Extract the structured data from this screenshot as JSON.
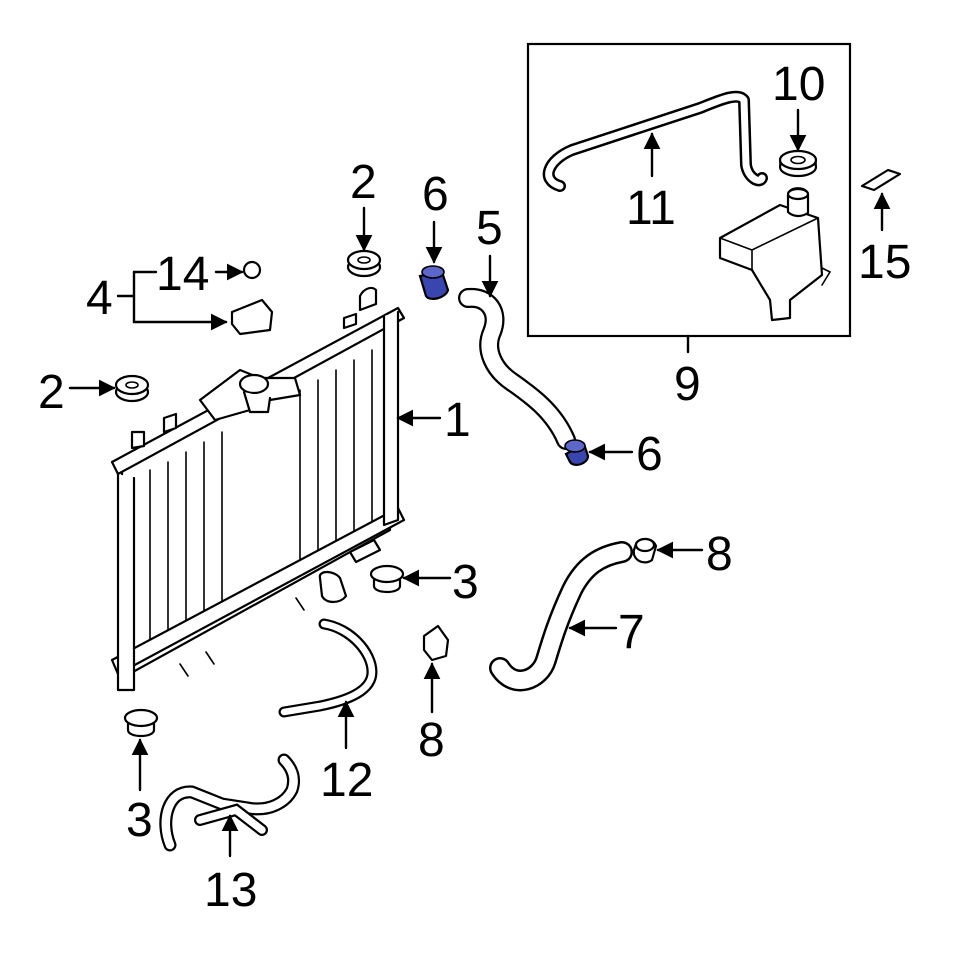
{
  "diagram": {
    "highlight_color": "#3a46b0",
    "callouts": [
      {
        "id": "c1",
        "label": "1"
      },
      {
        "id": "c2a",
        "label": "2"
      },
      {
        "id": "c2b",
        "label": "2"
      },
      {
        "id": "c3a",
        "label": "3"
      },
      {
        "id": "c3b",
        "label": "3"
      },
      {
        "id": "c4",
        "label": "4"
      },
      {
        "id": "c5",
        "label": "5"
      },
      {
        "id": "c6a",
        "label": "6"
      },
      {
        "id": "c6b",
        "label": "6"
      },
      {
        "id": "c7",
        "label": "7"
      },
      {
        "id": "c8a",
        "label": "8"
      },
      {
        "id": "c8b",
        "label": "8"
      },
      {
        "id": "c9",
        "label": "9"
      },
      {
        "id": "c10",
        "label": "10"
      },
      {
        "id": "c11",
        "label": "11"
      },
      {
        "id": "c12",
        "label": "12"
      },
      {
        "id": "c13",
        "label": "13"
      },
      {
        "id": "c14",
        "label": "14"
      },
      {
        "id": "c15",
        "label": "15"
      }
    ]
  }
}
